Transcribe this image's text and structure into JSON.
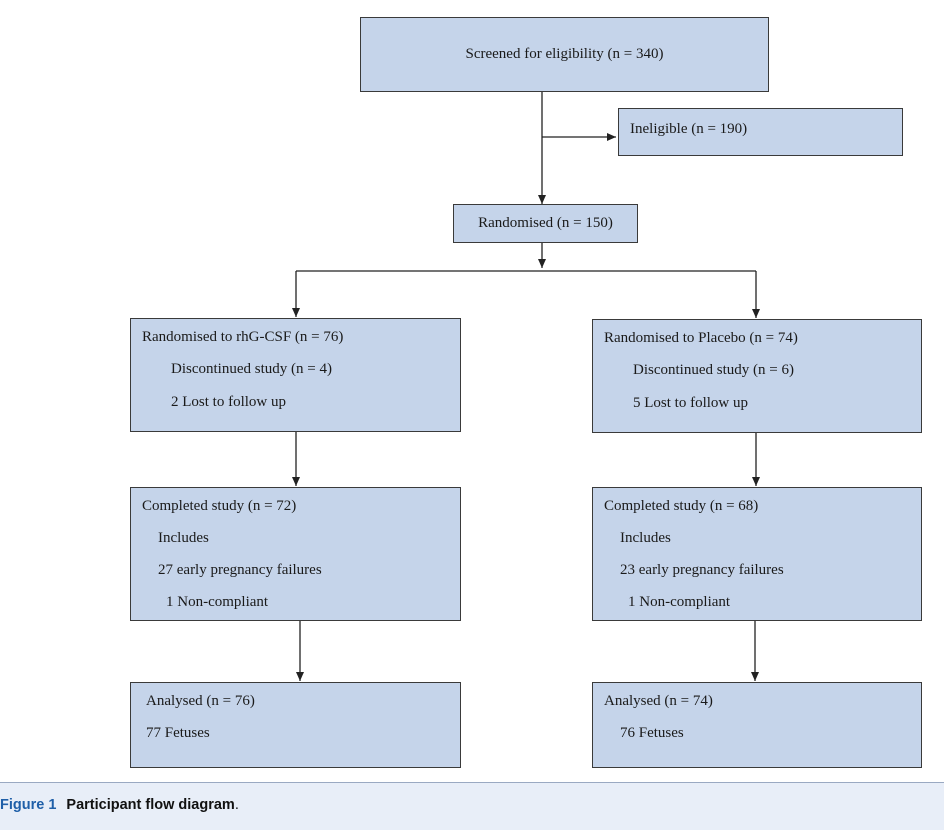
{
  "boxes": {
    "screened": "Screened for eligibility (n = 340)",
    "ineligible": "Ineligible (n = 190)",
    "randomised": "Randomised (n = 150)",
    "arm_a": {
      "title": "Randomised to rhG-CSF (n = 76)",
      "discontinued": "Discontinued study (n = 4)",
      "lost": "2 Lost to follow up",
      "completed": "Completed study (n = 72)",
      "includes": "Includes",
      "failures": "27 early pregnancy failures",
      "noncompliant": "1 Non-compliant",
      "analysed": "Analysed (n = 76)",
      "fetuses": "77 Fetuses"
    },
    "arm_b": {
      "title": "Randomised to Placebo (n = 74)",
      "discontinued": "Discontinued study (n = 6)",
      "lost": "5 Lost to follow up",
      "completed": "Completed study (n = 68)",
      "includes": "Includes",
      "failures": "23 early pregnancy failures",
      "noncompliant": "1 Non-compliant",
      "analysed": "Analysed (n = 74)",
      "fetuses": "76 Fetuses"
    }
  },
  "caption": {
    "label": "Figure 1",
    "title": "Participant flow diagram",
    "end": "."
  },
  "colors": {
    "box_fill": "#c5d4ea",
    "caption_label": "#1f5fa8",
    "caption_bg": "#e8eef8"
  }
}
